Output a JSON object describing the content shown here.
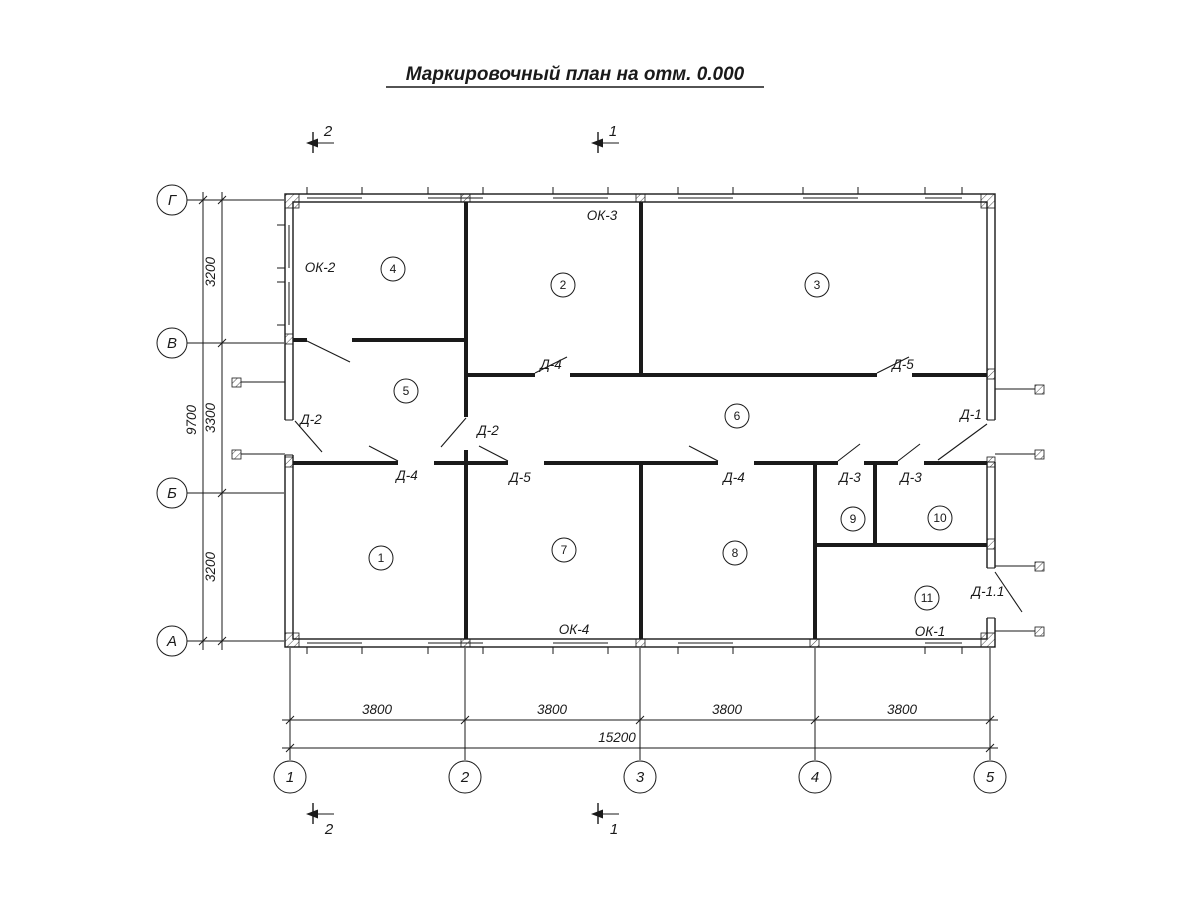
{
  "title": "Маркировочный план на отм. 0.000",
  "section_marks": {
    "top": [
      "2",
      "1"
    ],
    "bottom": [
      "2",
      "1"
    ]
  },
  "row_axes": [
    "Г",
    "В",
    "Б",
    "А"
  ],
  "col_axes": [
    "1",
    "2",
    "3",
    "4",
    "5"
  ],
  "dims": {
    "v_segments": [
      "3200",
      "3300",
      "3200"
    ],
    "v_total": "9700",
    "h_segments": [
      "3800",
      "3800",
      "3800",
      "3800"
    ],
    "h_total": "15200"
  },
  "rooms": [
    "1",
    "2",
    "3",
    "4",
    "5",
    "6",
    "7",
    "8",
    "9",
    "10",
    "11"
  ],
  "windows": {
    "ok2": "ОК-2",
    "ok3": "ОК-3",
    "ok4": "ОК-4",
    "ok1": "ОК-1"
  },
  "doors": {
    "d4_top": "Д-4",
    "d5_top": "Д-5",
    "d2_left": "Д-2",
    "d2_mid": "Д-2",
    "d1": "Д-1",
    "d4_room1": "Д-4",
    "d5_room7": "Д-5",
    "d4_room8": "Д-4",
    "d3_room9": "Д-3",
    "d3_room10": "Д-3",
    "d11": "Д-1.1"
  }
}
